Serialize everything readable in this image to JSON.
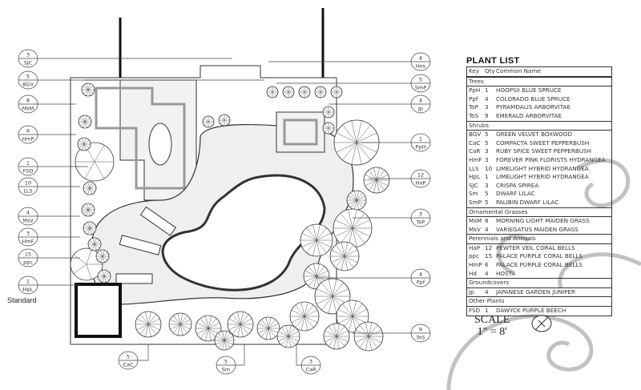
{
  "plant_list": {
    "title": "PLANT LIST",
    "headers": {
      "key": "Key",
      "qty": "Qty",
      "name": "Common Name"
    },
    "sections": [
      {
        "name": "Trees",
        "items": [
          {
            "key": "PpH",
            "qty": "1",
            "name": "HOOPSII BLUE SPRUCE"
          },
          {
            "key": "Ppf",
            "qty": "4",
            "name": "COLORADO BLUE SPRUCE"
          },
          {
            "key": "ToP",
            "qty": "3",
            "name": "PYRAMDALIS ARBORVITAE"
          },
          {
            "key": "ToS",
            "qty": "9",
            "name": "EMERALD ARBORVITAE"
          }
        ]
      },
      {
        "name": "Shrubs",
        "items": [
          {
            "key": "BGV",
            "qty": "5",
            "name": "GREEN VELVET BOXWOOD"
          },
          {
            "key": "CaC",
            "qty": "5",
            "name": "COMPACTA SWEET PEPPERBUSH"
          },
          {
            "key": "CaR",
            "qty": "3",
            "name": "RUBY SPICE SWEET PEPPERBUSH"
          },
          {
            "key": "HmF",
            "qty": "3",
            "name": "FOREVER PINK FLORISTS HYDRANGEA"
          },
          {
            "key": "LLS",
            "qty": "10",
            "name": "LIMELIGHT HYBRID HYDRANGEA"
          },
          {
            "key": "HpL",
            "qty": "1",
            "name": "LIMELIGHT HYBRID HYDRANGEA"
          },
          {
            "key": "SJC",
            "qty": "3",
            "name": "CRISPA SPIREA"
          },
          {
            "key": "Sm",
            "qty": "5",
            "name": "DWARF LILAC"
          },
          {
            "key": "SmP",
            "qty": "5",
            "name": "PALIBIN DWARF LILAC"
          }
        ]
      },
      {
        "name": "Ornamental Grasses",
        "items": [
          {
            "key": "MsM",
            "qty": "8",
            "name": "MORNING LIGHT MAIDEN GRASS"
          },
          {
            "key": "MsV",
            "qty": "4",
            "name": "VARIEGATUS MAIDEN GRASS"
          }
        ]
      },
      {
        "name": "Perennials and Annuals",
        "items": [
          {
            "key": "HaP",
            "qty": "12",
            "name": "PEWTER VEIL CORAL BELLS"
          },
          {
            "key": "ppc",
            "qty": "15",
            "name": "PALACE PURPLE CORAL BELLS"
          },
          {
            "key": "HmP",
            "qty": "6",
            "name": "PALACE PURPLE CORAL BELLS"
          },
          {
            "key": "Hd",
            "qty": "4",
            "name": "HOSTA"
          }
        ]
      },
      {
        "name": "Groundcovers",
        "items": [
          {
            "key": "Jp",
            "qty": "4",
            "name": "JAPANESE GARDEN JUNIPER"
          }
        ]
      },
      {
        "name": "Other Plants",
        "items": [
          {
            "key": "FSD",
            "qty": "1",
            "name": "DAWYCK PURPLE BEECH"
          }
        ]
      }
    ]
  },
  "callouts": {
    "left": [
      {
        "qty": "3",
        "key": "SJC"
      },
      {
        "qty": "5",
        "key": "BGV"
      },
      {
        "qty": "8",
        "key": "MsM"
      },
      {
        "qty": "6",
        "key": "HmP"
      },
      {
        "qty": "1",
        "key": "FSD"
      },
      {
        "qty": "10",
        "key": "LLS"
      },
      {
        "qty": "4",
        "key": "MsV"
      },
      {
        "qty": "3",
        "key": "HmF"
      },
      {
        "qty": "15",
        "key": "ppc"
      },
      {
        "qty": "1",
        "key": "HpL"
      }
    ],
    "right": [
      {
        "qty": "4",
        "key": "Hos"
      },
      {
        "qty": "5",
        "key": "SmP"
      },
      {
        "qty": "4",
        "key": "Jp"
      },
      {
        "qty": "1",
        "key": "PpH"
      },
      {
        "qty": "12",
        "key": "HaP"
      },
      {
        "qty": "3",
        "key": "ToP"
      },
      {
        "qty": "4",
        "key": "Ppf"
      },
      {
        "qty": "9",
        "key": "ToS"
      }
    ],
    "bottom": [
      {
        "qty": "5",
        "key": "CaC"
      },
      {
        "qty": "5",
        "key": "Sm"
      },
      {
        "qty": "3",
        "key": "CaR"
      }
    ]
  },
  "scale": {
    "label": "SCALE",
    "value": "1\" = 8'"
  },
  "legend_note": "Standard"
}
